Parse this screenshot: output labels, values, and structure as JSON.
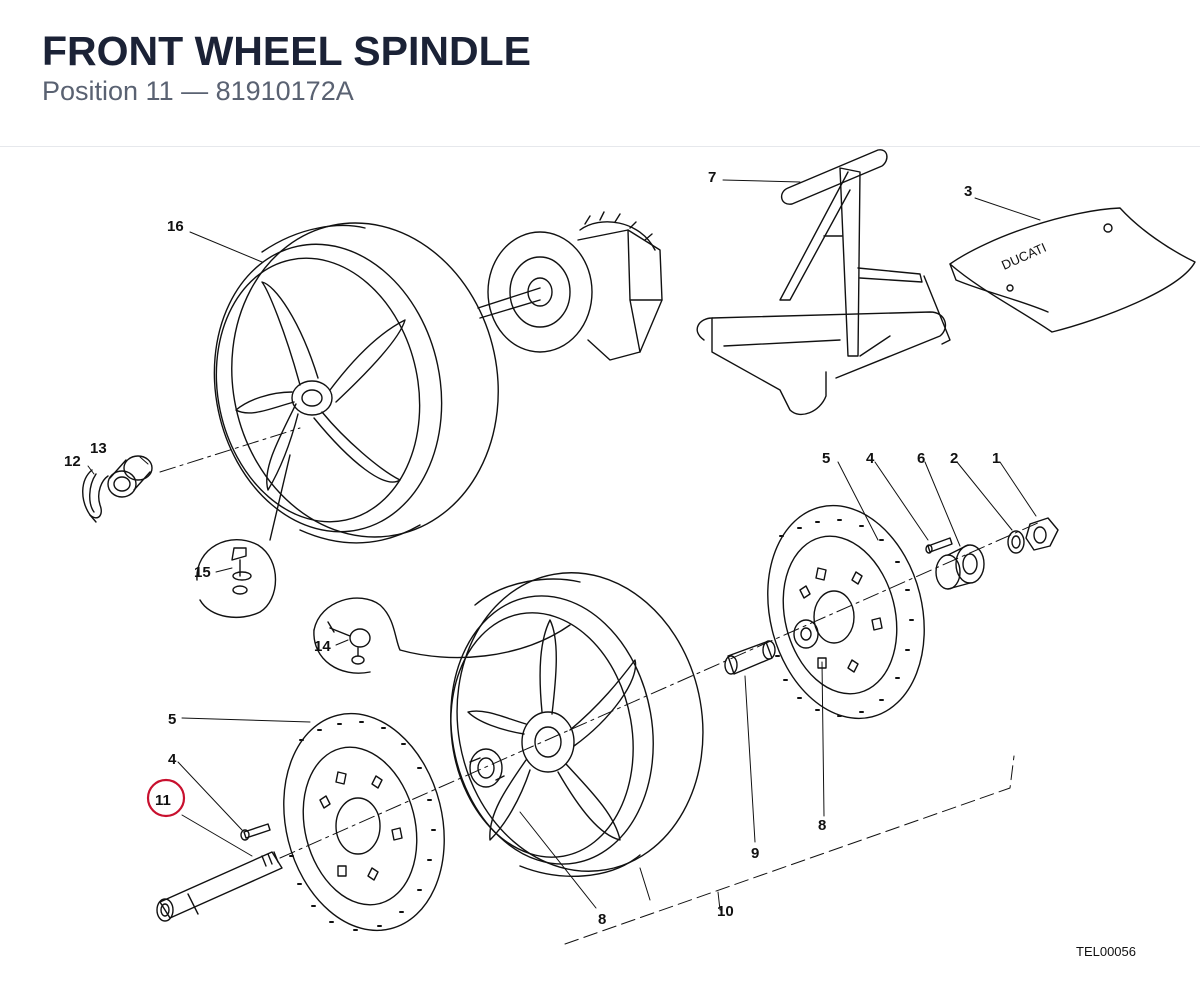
{
  "header": {
    "title": "FRONT WHEEL SPINDLE",
    "subtitle": "Position 11  —  81910172A"
  },
  "diagram": {
    "reference": "TEL00056",
    "brand_text": "DUCATI",
    "highlight_color": "#c8102e",
    "labels": {
      "l1": "1",
      "l2": "2",
      "l3": "3",
      "l4a": "4",
      "l4b": "4",
      "l5a": "5",
      "l5b": "5",
      "l6": "6",
      "l7": "7",
      "l8a": "8",
      "l8b": "8",
      "l9": "9",
      "l10": "10",
      "l11": "11",
      "l12": "12",
      "l13": "13",
      "l14": "14",
      "l15": "15",
      "l16": "16"
    }
  }
}
